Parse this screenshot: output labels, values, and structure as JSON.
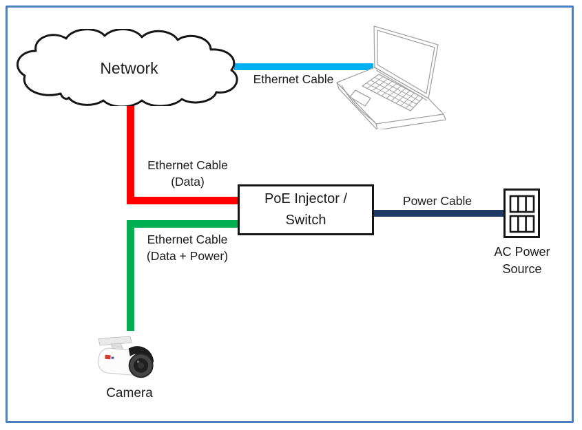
{
  "diagram": {
    "colors": {
      "frame_border": "#4a7fc1",
      "ethernet_laptop": "#00b0f0",
      "ethernet_data": "#ff0000",
      "ethernet_data_power": "#00b050",
      "power_cable": "#1f3864",
      "outline_black": "#151515",
      "text": "#1b1b1b"
    },
    "nodes": {
      "network": {
        "label": "Network"
      },
      "poe": {
        "line1": "PoE Injector /",
        "line2": "Switch"
      },
      "ac_power": {
        "line1": "AC Power",
        "line2": "Source"
      },
      "camera": {
        "label": "Camera"
      }
    },
    "cables": {
      "laptop_link": {
        "label": "Ethernet Cable"
      },
      "data_link": {
        "line1": "Ethernet Cable",
        "line2": "(Data)"
      },
      "data_power_link": {
        "line1": "Ethernet Cable",
        "line2": "(Data + Power)"
      },
      "power_link": {
        "label": "Power Cable"
      }
    }
  }
}
